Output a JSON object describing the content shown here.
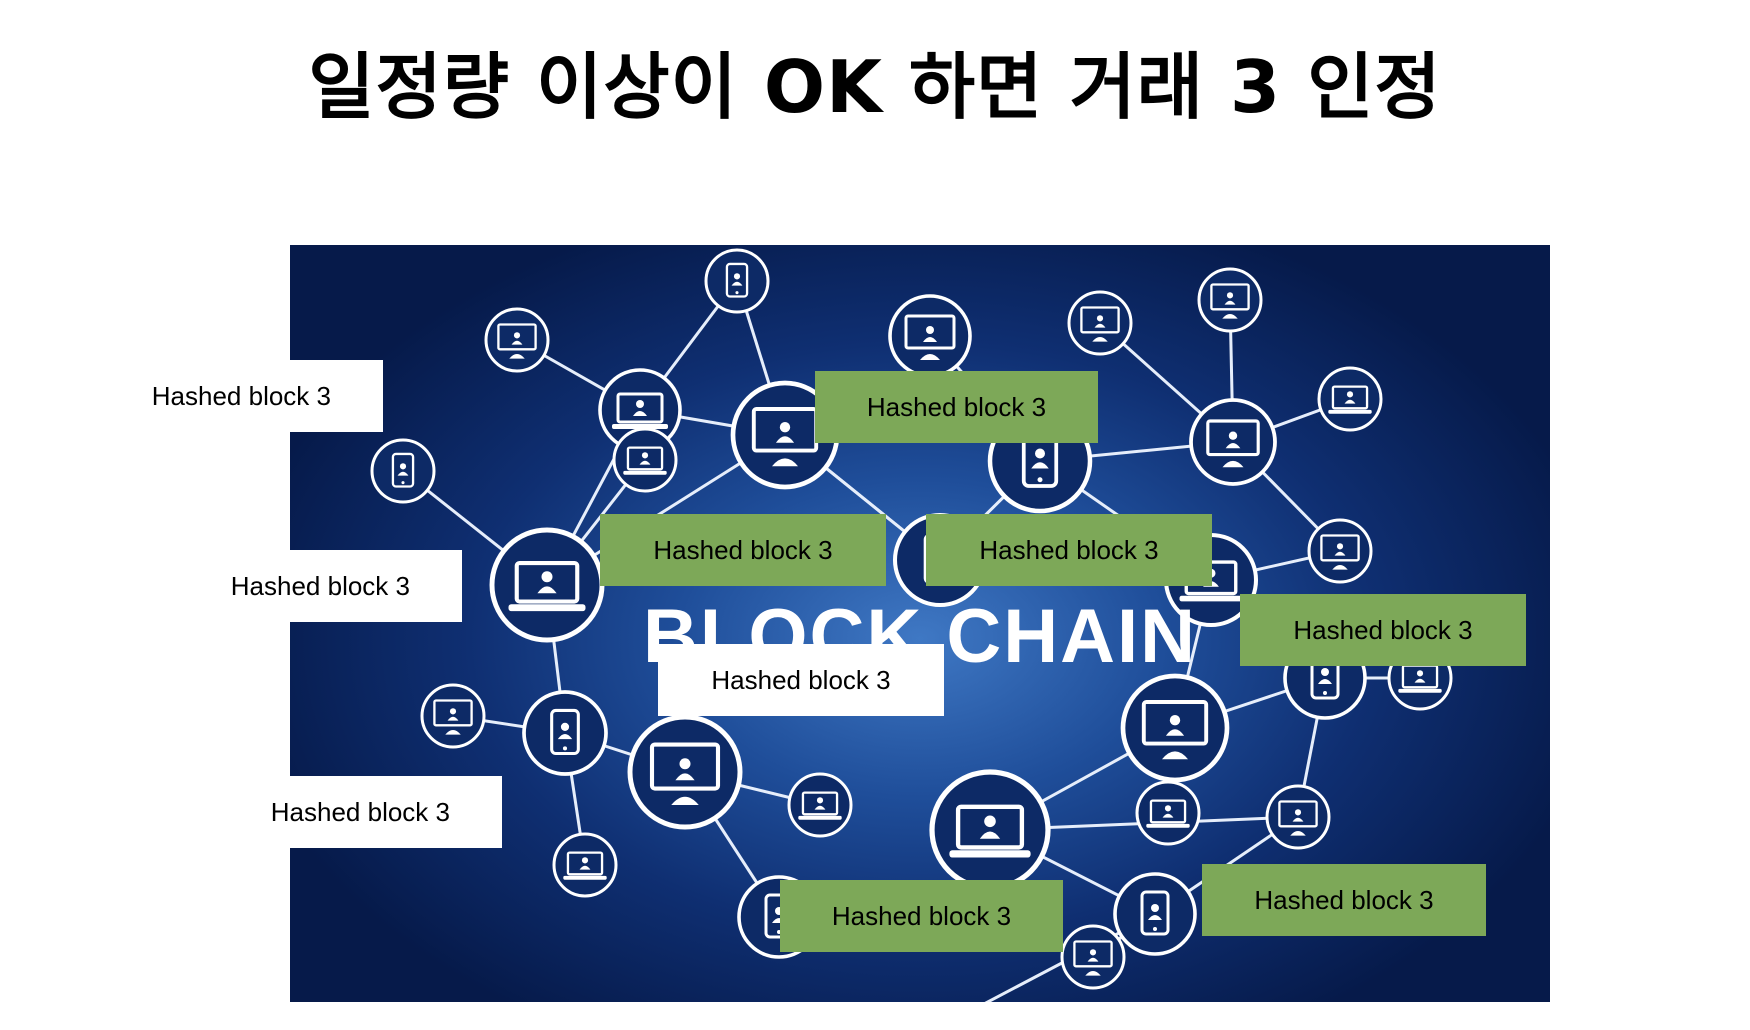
{
  "title": "일정량 이상이 OK 하면 거래 3 인정",
  "diagram_heading": "BLOCK CHAIN",
  "labels": [
    {
      "text": "Hashed block 3",
      "style": "white"
    },
    {
      "text": "Hashed block 3",
      "style": "green"
    },
    {
      "text": "Hashed block 3",
      "style": "white"
    },
    {
      "text": "Hashed block 3",
      "style": "green"
    },
    {
      "text": "Hashed block 3",
      "style": "green"
    },
    {
      "text": "Hashed block 3",
      "style": "green"
    },
    {
      "text": "Hashed block 3",
      "style": "white"
    },
    {
      "text": "Hashed block 3",
      "style": "white"
    },
    {
      "text": "Hashed block 3",
      "style": "green"
    },
    {
      "text": "Hashed block 3",
      "style": "green"
    }
  ],
  "colors": {
    "label_green": "#7da858",
    "node_stroke": "#ffffff",
    "background_dark": "#061a4a",
    "background_light": "#3f78c4"
  },
  "node_icons": [
    "laptop-icon",
    "tablet-icon",
    "monitor-icon"
  ]
}
